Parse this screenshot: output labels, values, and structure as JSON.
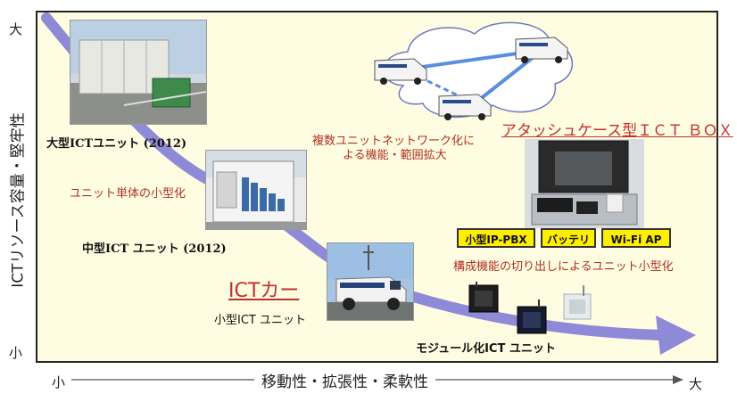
{
  "axes": {
    "y_label": "ICTリソース容量・堅牢性",
    "y_top": "大",
    "y_bottom": "小",
    "x_label": "移動性・拡張性・柔軟性",
    "x_left": "小",
    "x_right": "大"
  },
  "stages": {
    "large": {
      "caption": "大型ICTユニット (2012)"
    },
    "medium": {
      "caption": "中型ICT ユニット (2012)",
      "note": "ユニット単体の小型化"
    },
    "small": {
      "caption": "小型ICT ユニット",
      "heading": "ICTカー"
    },
    "modular": {
      "caption": "モジュール化ICT ユニット"
    }
  },
  "network": {
    "note_line1": "複数ユニットネットワーク化に",
    "note_line2": "よる機能・範囲拡大"
  },
  "box": {
    "heading": "アタッシュケース型ＩＣＴ ＢＯＸ",
    "chips": [
      "小型IP-PBX",
      "バッテリ",
      "Wi-Fi AP"
    ],
    "note": "構成機能の切り出しによるユニット小型化"
  },
  "colors": {
    "curve": "#8f8ad8",
    "frame_bg": "#fffde1",
    "accent_red": "#c0302a",
    "chip_yellow": "#ffee00"
  }
}
